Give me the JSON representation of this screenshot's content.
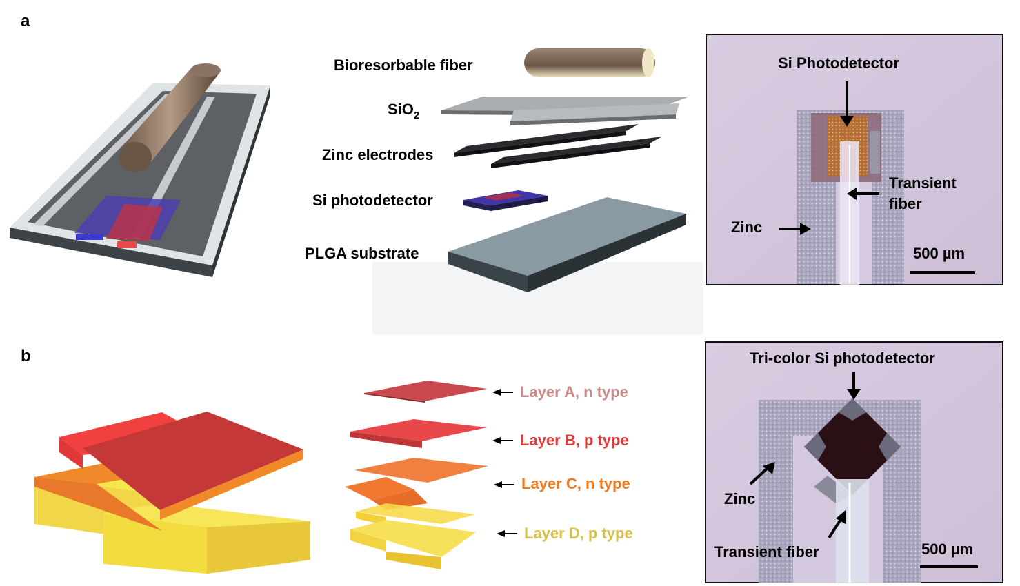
{
  "panels": {
    "a": {
      "letter": "a",
      "exploded_labels": {
        "fiber": "Bioresorbable fiber",
        "sio2_base": "SiO",
        "sio2_sub": "2",
        "zinc": "Zinc electrodes",
        "si": "Si photodetector",
        "plga": "PLGA substrate"
      },
      "micrograph": {
        "title": "Si Photodetector",
        "fiber_line1": "Transient",
        "fiber_line2": "fiber",
        "zinc": "Zinc",
        "scale": "500 µm"
      }
    },
    "b": {
      "letter": "b",
      "layers": [
        {
          "label": "Layer A, n type",
          "color": "#c98a8a"
        },
        {
          "label": "Layer B, p type",
          "color": "#e03a3a"
        },
        {
          "label": "Layer C, n type",
          "color": "#f07a20"
        },
        {
          "label": "Layer D, p type",
          "color": "#d9c24a"
        }
      ],
      "micrograph": {
        "title": "Tri-color Si photodetector",
        "zinc": "Zinc",
        "fiber": "Transient fiber",
        "scale": "500 µm"
      }
    }
  }
}
